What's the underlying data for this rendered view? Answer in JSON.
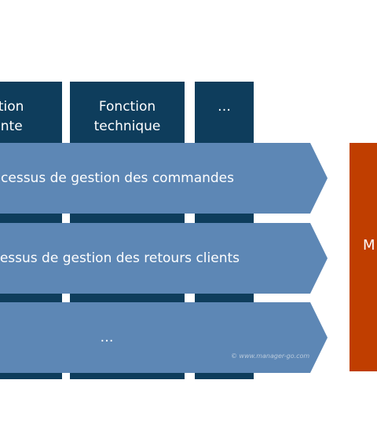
{
  "columns": [
    {
      "line1": "ction",
      "line2": "ente"
    },
    {
      "line1": "Fonction",
      "line2": "technique"
    },
    {
      "line1": "…",
      "line2": ""
    }
  ],
  "processes": [
    "ocessus de gestion des commandes",
    "ocessus de gestion des retours clients",
    "…"
  ],
  "watermark": "© www.manager-go.com",
  "side_label": "M",
  "colors": {
    "column": "#0e3d5c",
    "process": "#5d87b5",
    "side_box": "#c03e00",
    "background": "#ffffff"
  }
}
